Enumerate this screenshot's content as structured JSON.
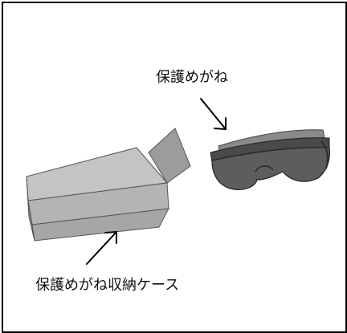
{
  "labels": {
    "goggles": "保護めがね",
    "case": "保護めがね収納ケース"
  },
  "colors": {
    "case_fill": "#a8a8a8",
    "case_top": "#c4c4c4",
    "case_front": "#b0b0b0",
    "lens": "#5d5d5d",
    "frame_dark": "#3a3a3a",
    "strap": "#8a8a8a"
  },
  "icons": [
    "arrow-to-goggles",
    "arrow-to-case"
  ]
}
